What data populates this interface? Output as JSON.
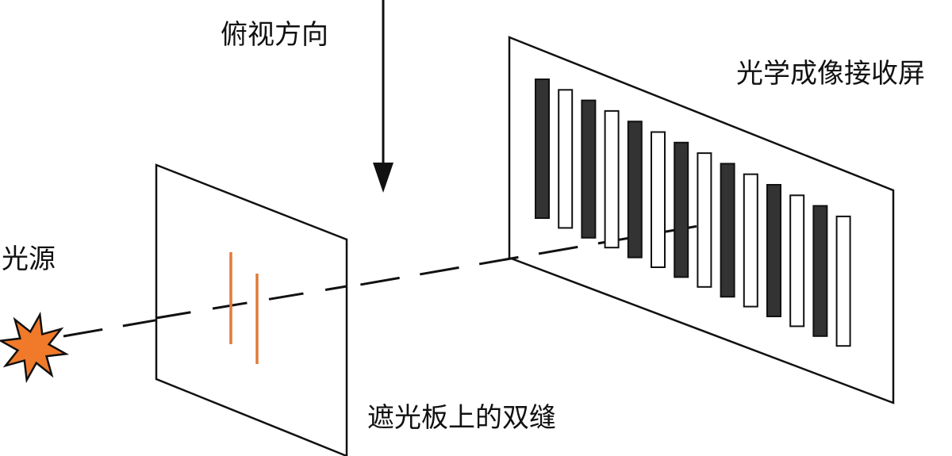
{
  "labels": {
    "view_direction": "俯视方向",
    "screen": "光学成像接收屏",
    "light_source": "光源",
    "barrier_slits": "遮光板上的双缝"
  },
  "colors": {
    "ink": "#111111",
    "slit": "#e07b39",
    "star_fill": "#f07a2a",
    "dark_fringe": "#333333",
    "bright_fringe": "#ffffff"
  },
  "fringes": [
    "dark",
    "bright",
    "dark",
    "bright",
    "dark",
    "bright",
    "dark",
    "bright",
    "dark",
    "bright",
    "dark",
    "bright",
    "dark",
    "bright"
  ]
}
